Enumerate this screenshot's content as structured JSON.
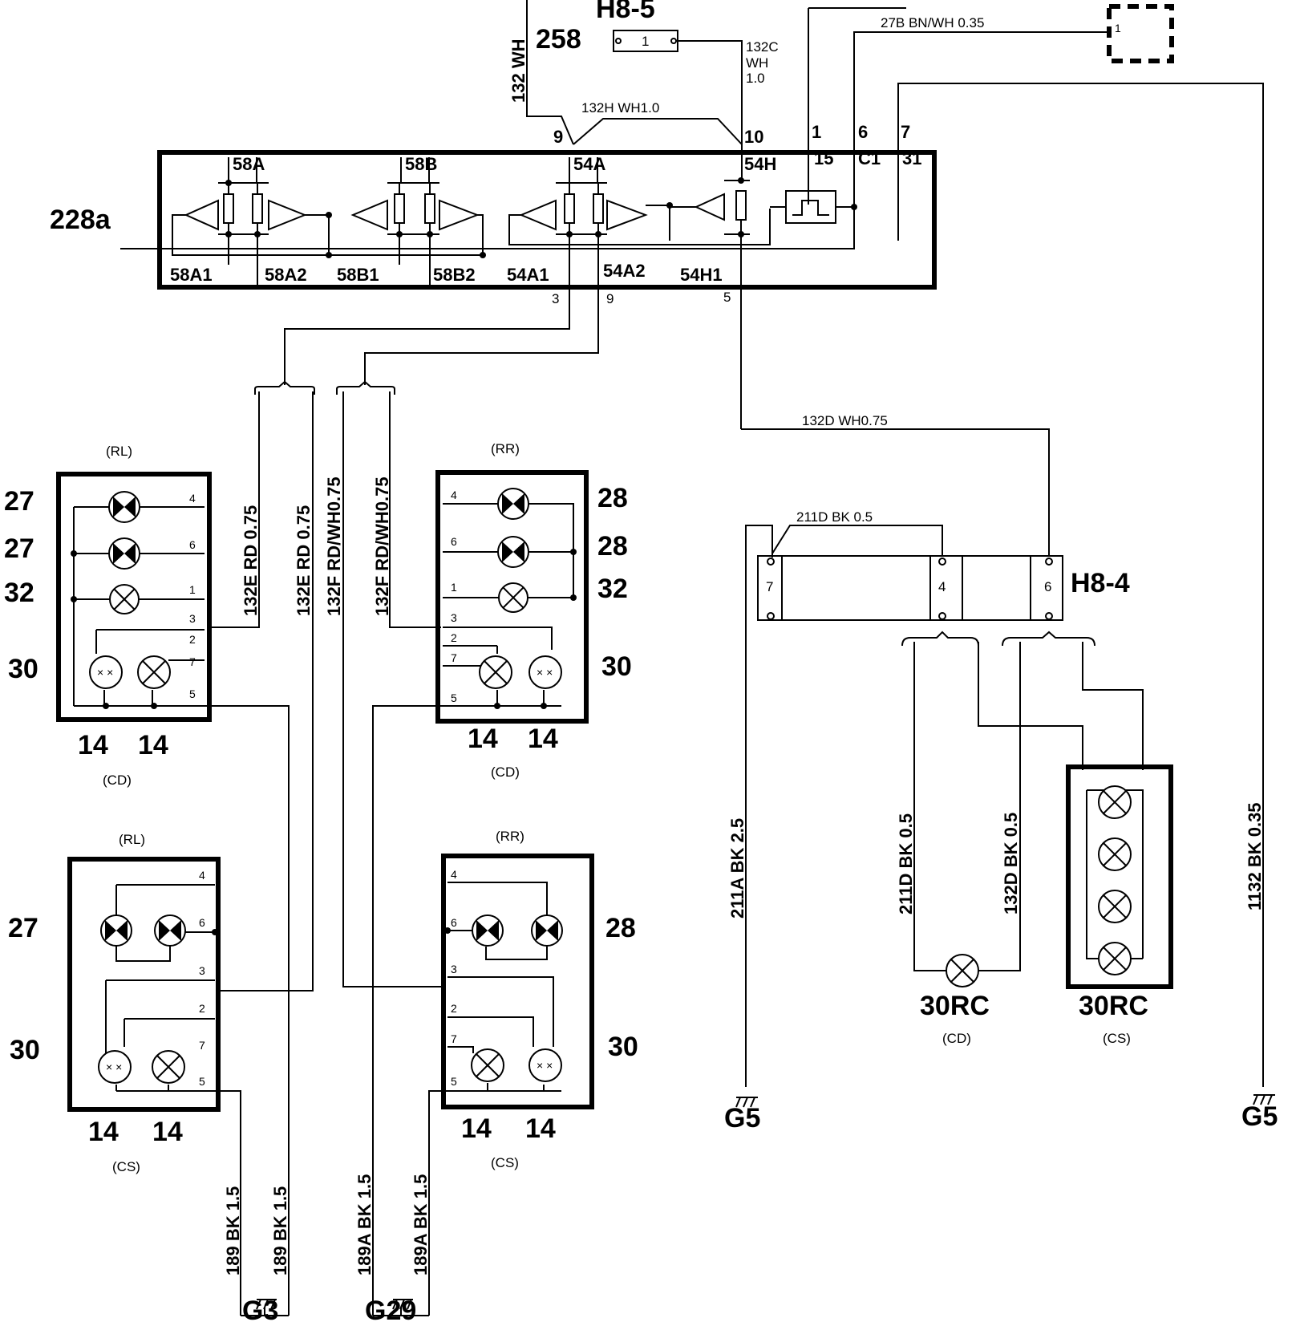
{
  "labels": {
    "fuse_top": "H8-5",
    "fuse_num": "258",
    "fuse_pin": "1",
    "w132_wh": "132 WH",
    "w132c": "132C",
    "w132c_wh": "WH",
    "w132c_size": "1.0",
    "w132h": "132H  WH1.0",
    "w27b": "27B  BN/WH 0.35",
    "conn_pin1": "1",
    "module": "228a",
    "pin9": "9",
    "pin10": "10",
    "pin1": "1",
    "pin6": "6",
    "pin7": "7",
    "t58a": "58A",
    "t58b": "58B",
    "t54a": "54A",
    "t54h": "54H",
    "t15": "15",
    "tc1": "C1",
    "t31": "31",
    "t58a1": "58A1",
    "t58a2": "58A2",
    "t58b1": "58B1",
    "t58b2": "58B2",
    "t54a1": "54A1",
    "t54a2": "54A2",
    "t54h1": "54H1",
    "bpin3": "3",
    "bpin9": "9",
    "bpin5": "5",
    "w132d_top": "132D  WH0.75",
    "w132e_a": "132E  RD 0.75",
    "w132e_b": "132E  RD 0.75",
    "w132f_a": "132F  RD/WH0.75",
    "w132f_b": "132F  RD/WH0.75",
    "rl": "(RL)",
    "rr": "(RR)",
    "cd": "(CD)",
    "cs": "(CS)",
    "n27": "27",
    "n28": "28",
    "n32": "32",
    "n30": "30",
    "n14": "14",
    "p1": "1",
    "p2": "2",
    "p3": "3",
    "p4": "4",
    "p5": "5",
    "p6": "6",
    "p7": "7",
    "w211d_top": "211D  BK 0.5",
    "h84": "H8-4",
    "w211a": "211A  BK 2.5",
    "w211d": "211D  BK 0.5",
    "w132d": "132D  BK 0.5",
    "w1132": "1132  BK 0.35",
    "rc": "30RC",
    "g5": "G5",
    "g3": "G3",
    "g29": "G29",
    "w189_a": "189  BK 1.5",
    "w189_b": "189  BK 1.5",
    "w189a_a": "189A  BK 1.5",
    "w189a_b": "189A  BK 1.5"
  },
  "icons": {
    "bulb": "bulb-icon",
    "ground": "ground-icon",
    "pulse": "pulse-icon"
  }
}
